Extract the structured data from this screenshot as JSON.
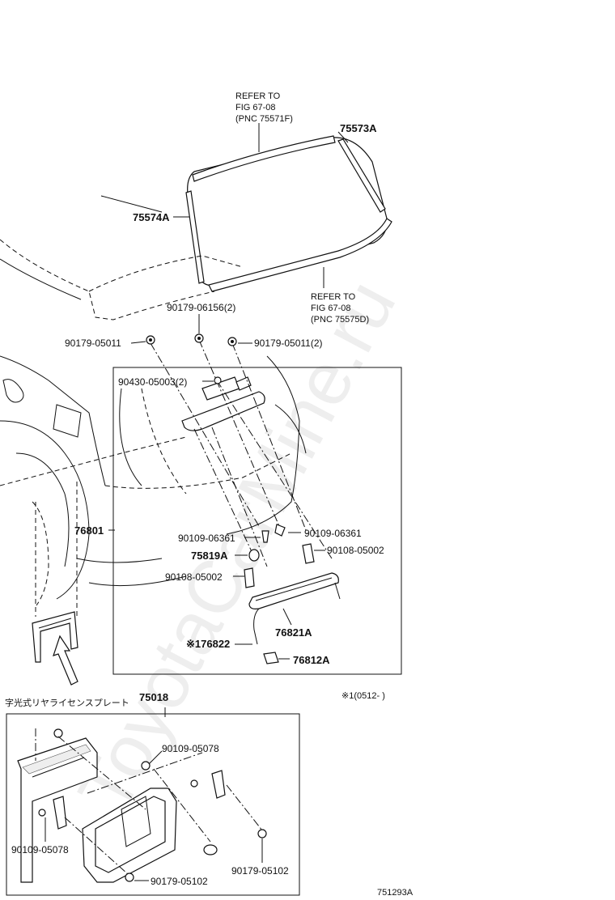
{
  "labels": {
    "refer_top_1": "REFER TO",
    "refer_top_2": "FIG  67-08",
    "refer_top_3": "(PNC 75571F)",
    "refer_bot_1": "REFER  TO",
    "refer_bot_2": "FIG  67-08",
    "refer_bot_3": "(PNC 75575D)",
    "p75573A": "75573A",
    "p75574A": "75574A",
    "p90179_06156": "90179-06156(2)",
    "p90179_05011_left": "90179-05011",
    "p90179_05011_right": "90179-05011(2)",
    "p90430_05003": "90430-05003(2)",
    "p76801": "76801",
    "p90109_06361_left": "90109-06361",
    "p90109_06361_right": "90109-06361",
    "p75819A": "75819A",
    "p90108_05002_right": "90108-05002",
    "p90108_05002_left": "90108-05002",
    "p76821A": "76821A",
    "p176822": "※176822",
    "p76812A": "76812A",
    "note_date": "※1(0512-      )",
    "jp_caption": "字光式リヤライセンスプレート",
    "p75018": "75018",
    "p90109_05078_top": "90109-05078",
    "p90109_05078_left": "90109-05078",
    "p90179_05102_bottom": "90179-05102",
    "p90179_05102_right": "90179-05102",
    "figure_id": "751293A"
  },
  "watermark": "ToyotaCarMine.ru"
}
